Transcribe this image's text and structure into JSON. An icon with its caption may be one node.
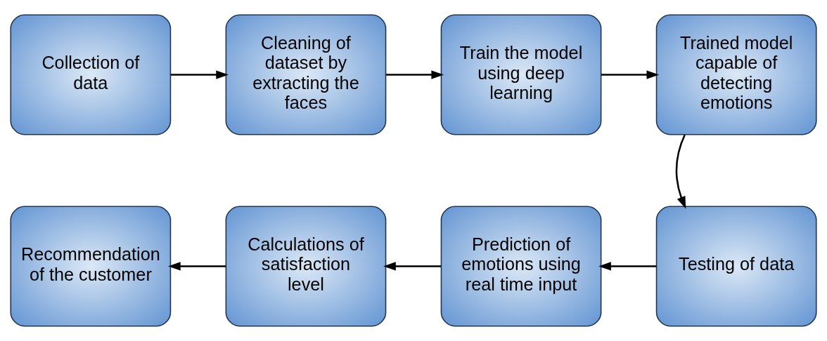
{
  "diagram": {
    "nodes": [
      {
        "text": [
          "Collection of data"
        ]
      },
      {
        "text": [
          "Cleaning of dataset by extracting the faces"
        ]
      },
      {
        "text": [
          "Train the model using deep learning"
        ]
      },
      {
        "text": [
          "Trained model capable of detecting emotions"
        ]
      },
      {
        "text": [
          "Recommendation of the customer"
        ]
      },
      {
        "text": [
          "Calculations of satisfaction level"
        ]
      },
      {
        "text": [
          "Prediction of emotions using real time input"
        ]
      },
      {
        "text": [
          "Testing of data"
        ]
      }
    ],
    "edges": [
      {
        "from": 0,
        "to": 1,
        "arrow": "to"
      },
      {
        "from": 1,
        "to": 2,
        "arrow": "to"
      },
      {
        "from": 2,
        "to": 3,
        "arrow": "to"
      },
      {
        "from": 3,
        "to": 7,
        "arrow": "to"
      },
      {
        "from": 7,
        "to": 6,
        "arrow": "to"
      },
      {
        "from": 6,
        "to": 5,
        "arrow": "to"
      },
      {
        "from": 5,
        "to": 4,
        "arrow": "to"
      }
    ]
  }
}
